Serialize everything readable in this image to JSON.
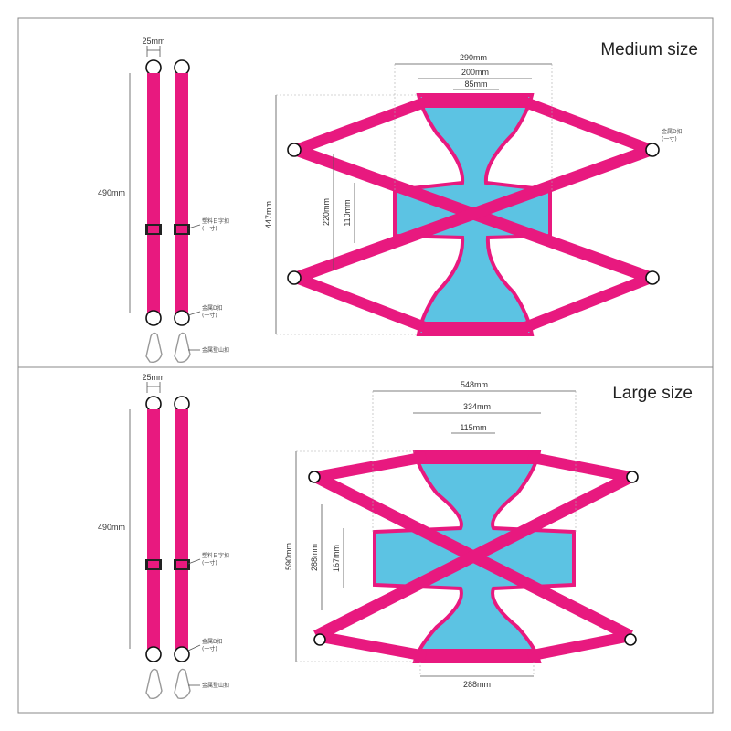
{
  "panels": [
    {
      "title": "Medium size",
      "strap_width": "25mm",
      "strap_length": "490mm",
      "buckle_label": "塑料日字扣",
      "buckle_sub": "(一寸)",
      "ring_label": "金属D扣",
      "ring_sub": "(一寸)",
      "hook_label": "金属登山扣",
      "top_width_outer": "290mm",
      "top_width_mid": "200mm",
      "top_width_inner": "85mm",
      "total_height": "447mm",
      "inner_height_outer": "220mm",
      "inner_height_inner": "110mm",
      "right_ring_label": "金属D扣",
      "right_ring_sub": "(一寸)"
    },
    {
      "title": "Large size",
      "strap_width": "25mm",
      "strap_length": "490mm",
      "buckle_label": "塑料日字扣",
      "buckle_sub": "(一寸)",
      "ring_label": "金属D扣",
      "ring_sub": "(一寸)",
      "hook_label": "金属登山扣",
      "top_width_outer": "548mm",
      "top_width_mid": "334mm",
      "top_width_inner": "115mm",
      "total_height": "590mm",
      "inner_height_outer": "288mm",
      "inner_height_inner": "167mm",
      "bottom_width": "288mm"
    }
  ],
  "colors": {
    "strap": "#e8197f",
    "pad": "#5cc3e3",
    "border": "#888888"
  }
}
